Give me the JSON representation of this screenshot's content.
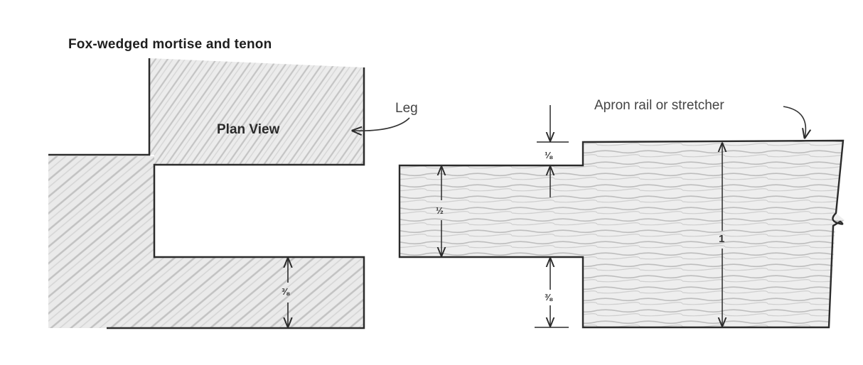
{
  "diagram": {
    "title": "Fox-wedged mortise and tenon",
    "views": {
      "plan": {
        "label": "Plan View"
      },
      "elevation": {}
    },
    "callouts": {
      "leg": "Leg",
      "apron": "Apron rail or stretcher"
    },
    "dimensions": {
      "plan_mortise_wall": "⅜",
      "shoulder_top": "⅛",
      "tenon_thickness": "½",
      "shoulder_bottom": "⅜",
      "rail_width": "1"
    },
    "colors": {
      "line": "#2b2b2b",
      "wood_fill": "#e9e9e9",
      "grain": "#b9b9b9",
      "background": "#ffffff"
    }
  }
}
